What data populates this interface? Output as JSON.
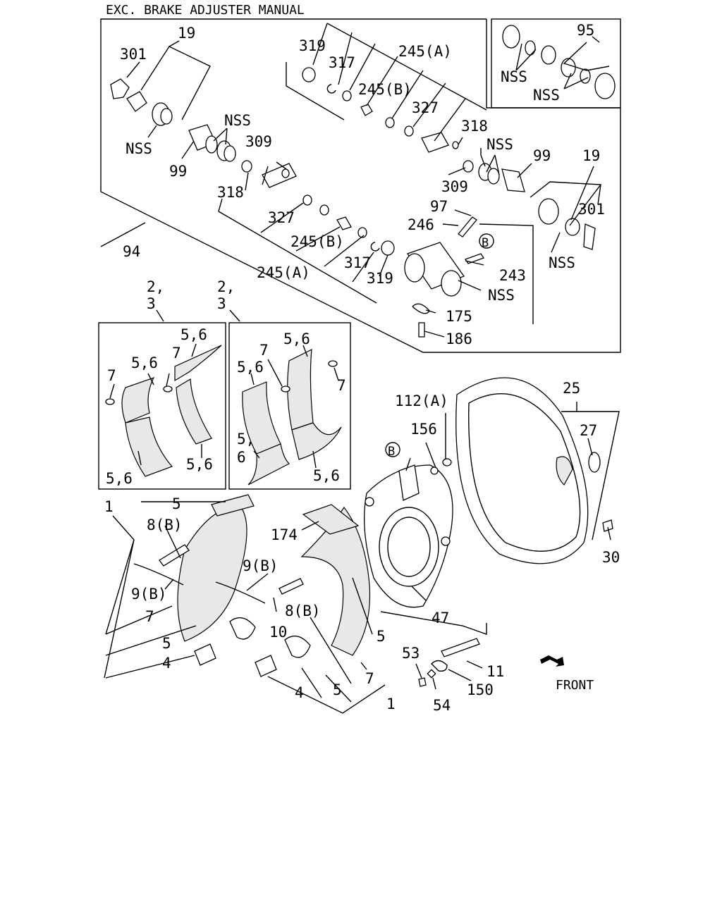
{
  "title": "EXC. BRAKE ADJUSTER MANUAL",
  "direction_label": "FRONT",
  "labels": {
    "l19a": "19",
    "l301a": "301",
    "lnss1": "NSS",
    "l99a": "99",
    "lnss2": "NSS",
    "l319a": "319",
    "l317a": "317",
    "l245a_top": "245(A)",
    "l245b_top": "245(B)",
    "l327a": "327",
    "l309a": "309",
    "l318a": "318",
    "l318b": "318",
    "lnss3": "NSS",
    "l99b": "99",
    "l19b": "19",
    "l309b": "309",
    "l301b": "301",
    "lnss4": "NSS",
    "l327b": "327",
    "l245b_mid": "245(B)",
    "l245a_mid": "245(A)",
    "l317b": "317",
    "l319b": "319",
    "l97": "97",
    "l246": "246",
    "lB1": "B",
    "l243": "243",
    "lnss5": "NSS",
    "l175": "175",
    "l186": "186",
    "l94": "94",
    "l95": "95",
    "lnss6": "NSS",
    "lnss7": "NSS",
    "l23a": "2,",
    "l23a2": "3",
    "l23b": "2,",
    "l23b2": "3",
    "la56a": "5,6",
    "la56b": "5,6",
    "la7a": "7",
    "la7b": "7",
    "la56c": "5,6",
    "la56d": "5,6",
    "lb56a": "5,6",
    "lb7a": "7",
    "lb56b": "5,6",
    "lb7b": "7",
    "lb56c": "5,",
    "lb56c2": "6",
    "lb56d": "5,6",
    "l112a": "112(A)",
    "l156": "156",
    "lB2": "B",
    "l25": "25",
    "l27": "27",
    "l30": "30",
    "l1a": "1",
    "l5a": "5",
    "l8ba": "8(B)",
    "l9ba": "9(B)",
    "l9bb": "9(B)",
    "l7a": "7",
    "l5b": "5",
    "l4a": "4",
    "l174": "174",
    "l10": "10",
    "l8bb": "8(B)",
    "l47": "47",
    "l5c": "5",
    "l7b": "7",
    "l4b": "4",
    "l5d": "5",
    "l1b": "1",
    "l53": "53",
    "l54": "54",
    "l11": "11",
    "l150": "150"
  }
}
